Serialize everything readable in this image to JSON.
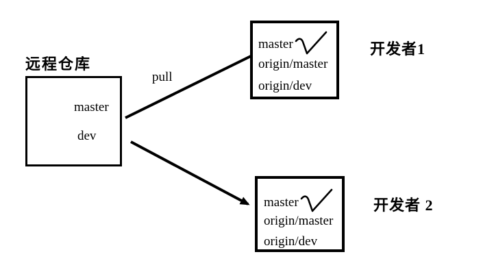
{
  "remote": {
    "label": "远程仓库",
    "branches": [
      "master",
      "dev"
    ]
  },
  "pull_label": "pull",
  "developers": [
    {
      "title": "开发者1",
      "rows": [
        "master",
        "origin/master",
        "origin/dev"
      ],
      "checked_row": "master"
    },
    {
      "title": "开发者 2",
      "rows": [
        "master",
        "origin/master",
        "origin/dev"
      ],
      "checked_row": "master"
    }
  ],
  "icons": {
    "checkmark": "hand-drawn check next to current branch",
    "arrowhead": "arrow pointing into developer 2 box"
  },
  "colors": {
    "ink": "#000000",
    "background": "#ffffff"
  }
}
